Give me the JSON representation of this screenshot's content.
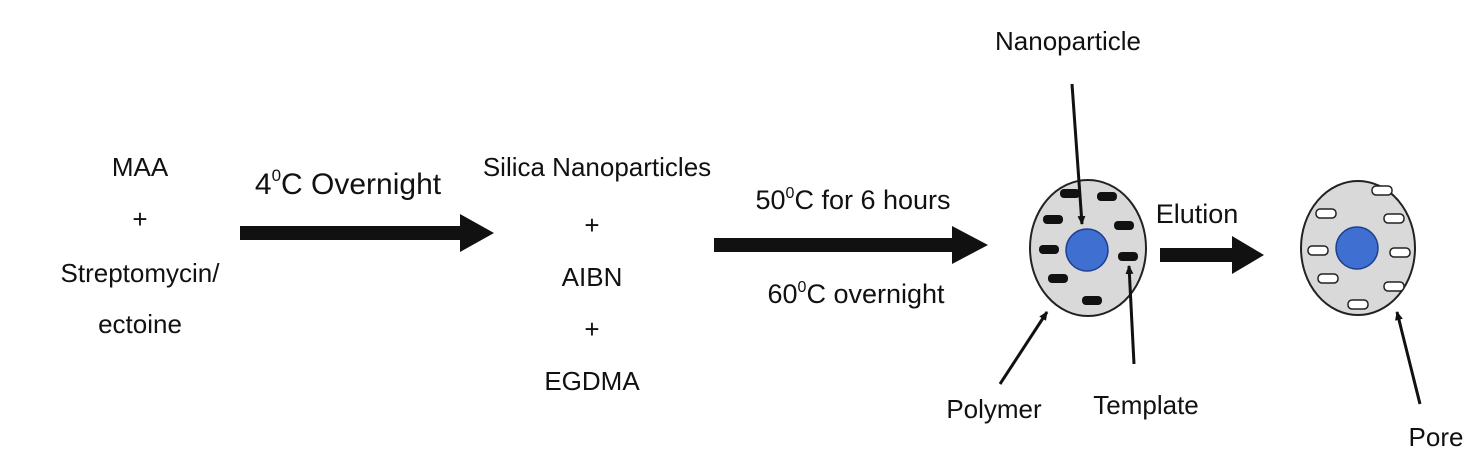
{
  "reactants": {
    "line1": "MAA",
    "plus": "+",
    "line2": "Streptomycin/",
    "line3": "ectoine"
  },
  "step1": {
    "label_base": "4",
    "label_sup": "0",
    "label_rest": "C Overnight"
  },
  "reagents": {
    "line1": "Silica Nanoparticles",
    "plus1": "+",
    "line2": "AIBN",
    "plus2": "+",
    "line3": "EGDMA"
  },
  "step2": {
    "top_base": "50",
    "top_sup": "0",
    "top_rest": "C for 6 hours",
    "bottom_base": "60",
    "bottom_sup": "0",
    "bottom_rest": "C overnight"
  },
  "particle_labels": {
    "nanoparticle": "Nanoparticle",
    "polymer": "Polymer",
    "template": "Template"
  },
  "step3": {
    "label": "Elution"
  },
  "final_labels": {
    "pore": "Pore"
  },
  "colors": {
    "particle_fill": "#d9d9d9",
    "core_fill": "#3f6fd1",
    "template_fill": "#111111",
    "pore_fill": "#ffffff"
  }
}
